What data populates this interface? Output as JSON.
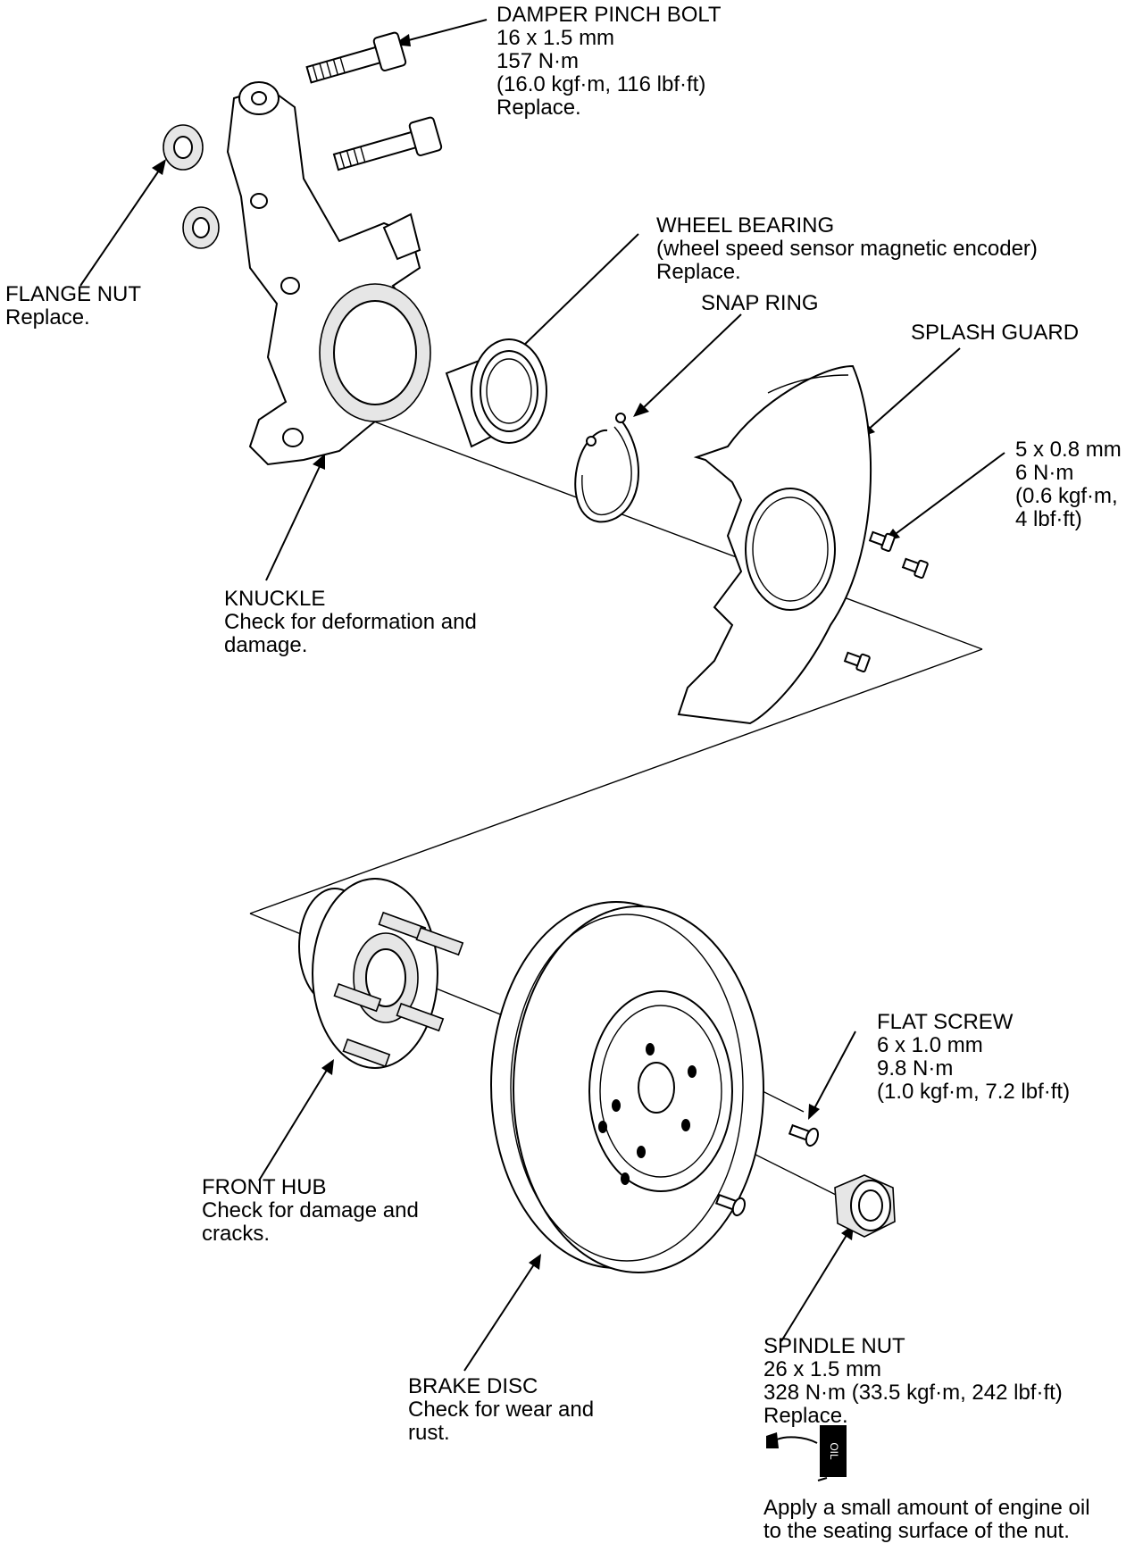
{
  "labels": {
    "damper_pinch_bolt": [
      "DAMPER PINCH BOLT",
      "16 x 1.5 mm",
      "157 N·m",
      "(16.0 kgf·m, 116 lbf·ft)",
      "Replace."
    ],
    "flange_nut": [
      "FLANGE NUT",
      "Replace."
    ],
    "wheel_bearing": [
      "WHEEL BEARING",
      "(wheel speed sensor magnetic encoder)",
      "Replace."
    ],
    "snap_ring": [
      "SNAP RING"
    ],
    "splash_guard": [
      "SPLASH GUARD"
    ],
    "splash_screw": [
      "5 x 0.8 mm",
      "6 N·m",
      "(0.6 kgf·m,",
      "4 lbf·ft)"
    ],
    "knuckle": [
      "KNUCKLE",
      "Check for deformation and",
      "damage."
    ],
    "flat_screw": [
      "FLAT SCREW",
      "6 x 1.0 mm",
      "9.8 N·m",
      "(1.0 kgf·m, 7.2 lbf·ft)"
    ],
    "front_hub": [
      "FRONT HUB",
      "Check for damage and",
      "cracks."
    ],
    "brake_disc": [
      "BRAKE DISC",
      "Check for wear and",
      "rust."
    ],
    "spindle_nut": [
      "SPINDLE NUT",
      "26 x 1.5 mm",
      "328 N·m (33.5 kgf·m, 242 lbf·ft)",
      "Replace."
    ],
    "oil_note": [
      "Apply a small amount of engine oil",
      "to the seating surface of the nut."
    ]
  },
  "oil_can_text": "OIL",
  "icons": [
    "oil-can-icon"
  ]
}
